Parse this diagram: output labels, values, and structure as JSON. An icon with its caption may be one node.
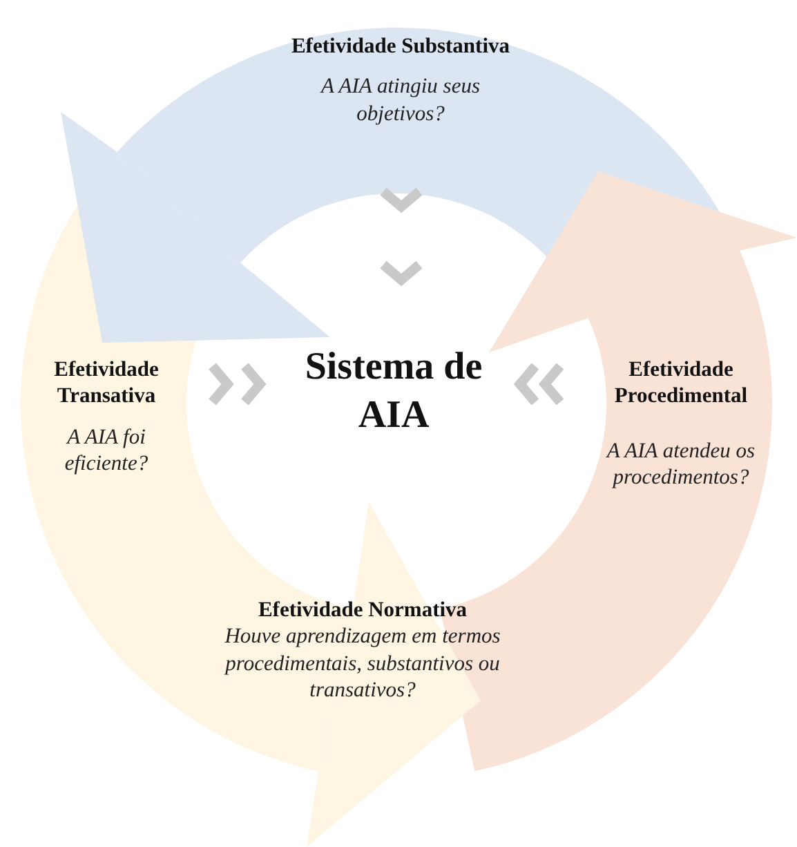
{
  "diagram": {
    "nodes": [
      {
        "text": [
          "Efetividade Substantiva",
          "A AIA atingiu seus objetivos?"
        ]
      },
      {
        "text": [
          "Efetividade Transativa",
          "A AIA foi eficiente?"
        ]
      },
      {
        "text": [
          "Sistema de AIA"
        ]
      },
      {
        "text": [
          "Efetividade Procedimental",
          "A AIA atendeu os procedimentos?"
        ]
      },
      {
        "text": [
          "Efetividade Normativa",
          "Houve aprendizagem em termos procedimentais, substantivos ou transativos?"
        ]
      }
    ],
    "edges": [
      {
        "from": 0,
        "to": 2,
        "arrow": "to"
      },
      {
        "from": 1,
        "to": 2,
        "arrow": "to"
      },
      {
        "from": 3,
        "to": 2,
        "arrow": "to"
      }
    ]
  }
}
